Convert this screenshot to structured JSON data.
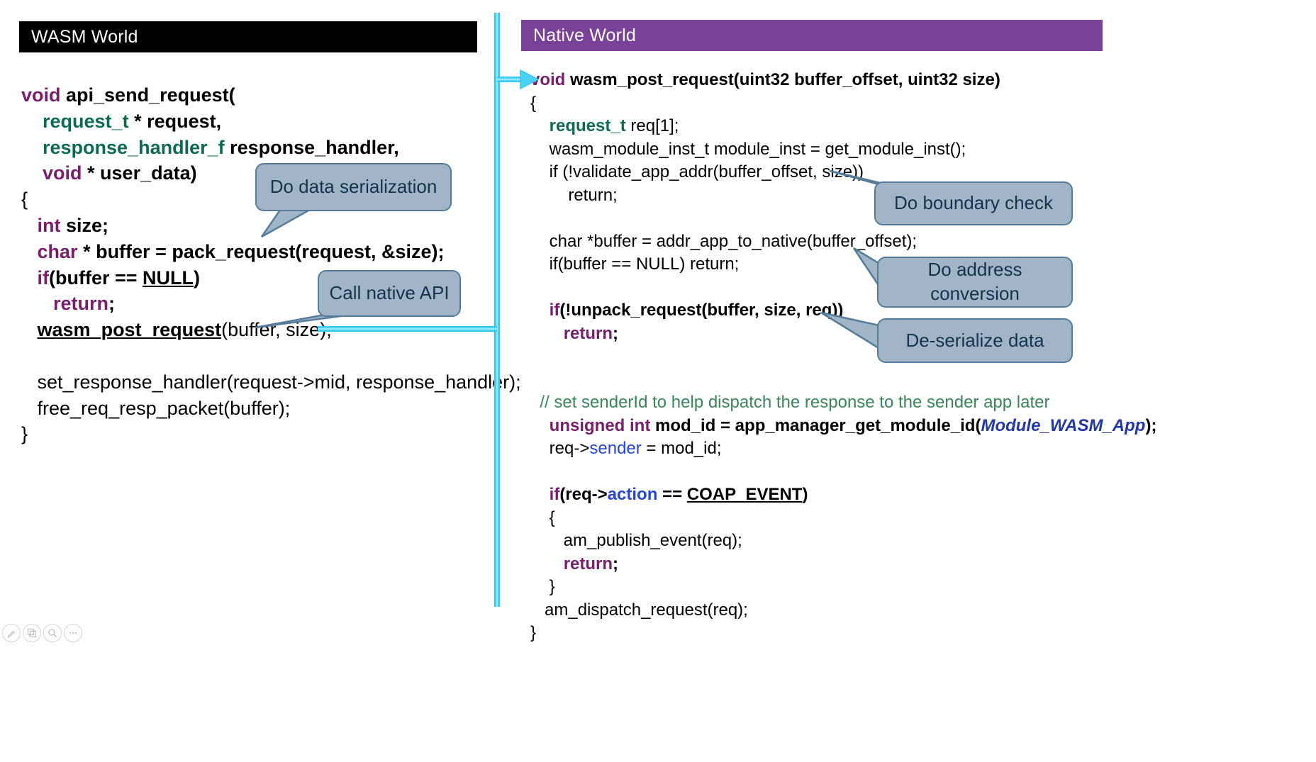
{
  "slide": {
    "background": "#ffffff"
  },
  "headers": {
    "wasm": {
      "label": "WASM World",
      "bg": "#000000",
      "fg": "#ffffff"
    },
    "native": {
      "label": "Native World",
      "bg": "#7a4198",
      "fg": "#ffffff"
    }
  },
  "colors": {
    "keyword": "#78206e",
    "type_name": "#0e6b52",
    "comment": "#38865a",
    "field_blue": "#2446d2",
    "module_ref_navy": "#2238a8",
    "callout_fill": "#a2b5c7",
    "callout_border": "#567c9c",
    "callout_text": "#15334e",
    "flow_arrow_cyan": "#3ecdef"
  },
  "left_code": {
    "lines": [
      {
        "segments": [
          {
            "c": "kw",
            "t": "void"
          },
          {
            "c": "b",
            "t": " api_send_request("
          }
        ]
      },
      {
        "segments": [
          {
            "c": "b",
            "t": "    "
          },
          {
            "c": "ty",
            "t": "request_t"
          },
          {
            "c": "b",
            "t": " * request,"
          }
        ]
      },
      {
        "segments": [
          {
            "c": "b",
            "t": "    "
          },
          {
            "c": "ty",
            "t": "response_handler_f"
          },
          {
            "c": "b",
            "t": " response_handler,"
          }
        ]
      },
      {
        "segments": [
          {
            "c": "b",
            "t": "    "
          },
          {
            "c": "kw",
            "t": "void"
          },
          {
            "c": "b",
            "t": " * user_data)"
          }
        ]
      },
      {
        "segments": [
          {
            "c": "r",
            "t": "{"
          }
        ]
      },
      {
        "segments": [
          {
            "c": "b",
            "t": "   "
          },
          {
            "c": "kw",
            "t": "int"
          },
          {
            "c": "b",
            "t": " size;"
          }
        ]
      },
      {
        "segments": [
          {
            "c": "b",
            "t": "   "
          },
          {
            "c": "kw",
            "t": "char"
          },
          {
            "c": "b",
            "t": " * buffer = pack_request(request, &size);"
          }
        ]
      },
      {
        "segments": [
          {
            "c": "b",
            "t": "   "
          },
          {
            "c": "kw",
            "t": "if"
          },
          {
            "c": "b",
            "t": "(buffer == "
          },
          {
            "c": "u",
            "t": "NULL"
          },
          {
            "c": "b",
            "t": ")"
          }
        ]
      },
      {
        "segments": [
          {
            "c": "b",
            "t": "      "
          },
          {
            "c": "kw",
            "t": "return"
          },
          {
            "c": "b",
            "t": ";"
          }
        ]
      },
      {
        "segments": [
          {
            "c": "b",
            "t": "   "
          },
          {
            "c": "u",
            "t": "wasm_post_request"
          },
          {
            "c": "r",
            "t": "(buffer, size);"
          }
        ]
      },
      {
        "segments": []
      },
      {
        "segments": [
          {
            "c": "r",
            "t": "   set_response_handler(request->mid, response_handler);"
          }
        ]
      },
      {
        "segments": [
          {
            "c": "r",
            "t": "   free_req_resp_packet(buffer);"
          }
        ]
      },
      {
        "segments": [
          {
            "c": "r",
            "t": "}"
          }
        ]
      }
    ]
  },
  "right_code": {
    "lines": [
      {
        "segments": [
          {
            "c": "kw",
            "t": "void"
          },
          {
            "c": "b",
            "t": " wasm_post_request(uint32 buffer_offset, uint32 size)"
          }
        ]
      },
      {
        "segments": [
          {
            "c": "r",
            "t": "{"
          }
        ]
      },
      {
        "segments": [
          {
            "c": "r",
            "t": "    "
          },
          {
            "c": "ty",
            "t": "request_t"
          },
          {
            "c": "r",
            "t": " req[1];"
          }
        ]
      },
      {
        "segments": [
          {
            "c": "r",
            "t": "    wasm_module_inst_t module_inst = get_module_inst();"
          }
        ]
      },
      {
        "segments": [
          {
            "c": "r",
            "t": "    if (!validate_app_addr(buffer_offset, size))"
          }
        ]
      },
      {
        "segments": [
          {
            "c": "r",
            "t": "        return;"
          }
        ]
      },
      {
        "segments": []
      },
      {
        "segments": [
          {
            "c": "r",
            "t": "    char *buffer = addr_app_to_native(buffer_offset);"
          }
        ]
      },
      {
        "segments": [
          {
            "c": "r",
            "t": "    if(buffer == NULL) return;"
          }
        ]
      },
      {
        "segments": []
      },
      {
        "segments": [
          {
            "c": "b",
            "t": "    "
          },
          {
            "c": "kw",
            "t": "if"
          },
          {
            "c": "b",
            "t": "(!unpack_request(buffer, size, req))"
          }
        ]
      },
      {
        "segments": [
          {
            "c": "b",
            "t": "       "
          },
          {
            "c": "kw",
            "t": "return"
          },
          {
            "c": "b",
            "t": ";"
          }
        ]
      },
      {
        "segments": []
      },
      {
        "segments": []
      },
      {
        "segments": [
          {
            "c": "cm",
            "t": "  // set senderId to help dispatch the response to the sender app later"
          }
        ]
      },
      {
        "segments": [
          {
            "c": "b",
            "t": "    "
          },
          {
            "c": "kw",
            "t": "unsigned int"
          },
          {
            "c": "b",
            "t": " mod_id = app_manager_get_module_id("
          },
          {
            "c": "it",
            "t": "Module_WASM_App"
          },
          {
            "c": "b",
            "t": ");"
          }
        ]
      },
      {
        "segments": [
          {
            "c": "r",
            "t": "    req->"
          },
          {
            "c": "bl",
            "t": "sender"
          },
          {
            "c": "r",
            "t": " = mod_id;"
          }
        ]
      },
      {
        "segments": []
      },
      {
        "segments": [
          {
            "c": "b",
            "t": "    "
          },
          {
            "c": "kw",
            "t": "if"
          },
          {
            "c": "b",
            "t": "(req->"
          },
          {
            "c": "blb",
            "t": "action"
          },
          {
            "c": "b",
            "t": " == "
          },
          {
            "c": "u",
            "t": "COAP_EVENT"
          },
          {
            "c": "b",
            "t": ")"
          }
        ]
      },
      {
        "segments": [
          {
            "c": "r",
            "t": "    {"
          }
        ]
      },
      {
        "segments": [
          {
            "c": "r",
            "t": "       am_publish_event(req);"
          }
        ]
      },
      {
        "segments": [
          {
            "c": "b",
            "t": "       "
          },
          {
            "c": "kw",
            "t": "return"
          },
          {
            "c": "b",
            "t": ";"
          }
        ]
      },
      {
        "segments": [
          {
            "c": "r",
            "t": "    }"
          }
        ]
      },
      {
        "segments": [
          {
            "c": "r",
            "t": "   am_dispatch_request(req);"
          }
        ]
      },
      {
        "segments": [
          {
            "c": "r",
            "t": "}"
          }
        ]
      }
    ]
  },
  "callouts": [
    {
      "id": "do-data-serialization",
      "text": "Do data serialization"
    },
    {
      "id": "call-native-api",
      "text": "Call native API"
    },
    {
      "id": "do-boundary-check",
      "text": "Do boundary check"
    },
    {
      "id": "do-address-conversion",
      "text": "Do address conversion"
    },
    {
      "id": "de-serialize-data",
      "text": "De-serialize data"
    }
  ],
  "footer_controls": {
    "icons": [
      "pen-icon",
      "slide-grid-icon",
      "zoom-icon",
      "more-options-icon"
    ]
  }
}
